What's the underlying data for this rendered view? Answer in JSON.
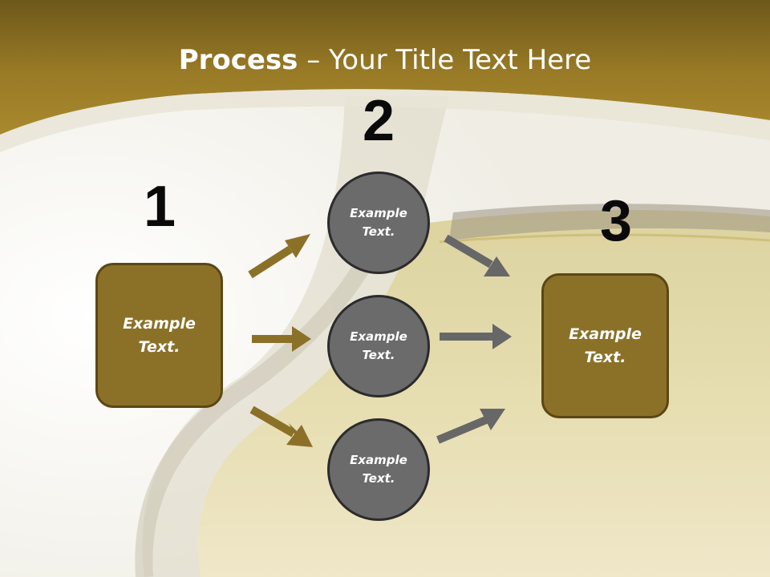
{
  "slide": {
    "title_bold": "Process",
    "title_rest": " – Your Title Text Here"
  },
  "steps": [
    {
      "number": "1"
    },
    {
      "number": "2"
    },
    {
      "number": "3"
    }
  ],
  "start_box": {
    "text": "Example\nText."
  },
  "end_box": {
    "text": "Example\nText."
  },
  "circles": [
    {
      "text": "Example\nText."
    },
    {
      "text": "Example\nText."
    },
    {
      "text": "Example\nText."
    }
  ],
  "colors": {
    "brand_gold": "#8b7128",
    "header_gold": "#8f7320",
    "circle_gray": "#6b6b6b",
    "arrow_gold": "#8b7128",
    "arrow_gray": "#676767"
  }
}
